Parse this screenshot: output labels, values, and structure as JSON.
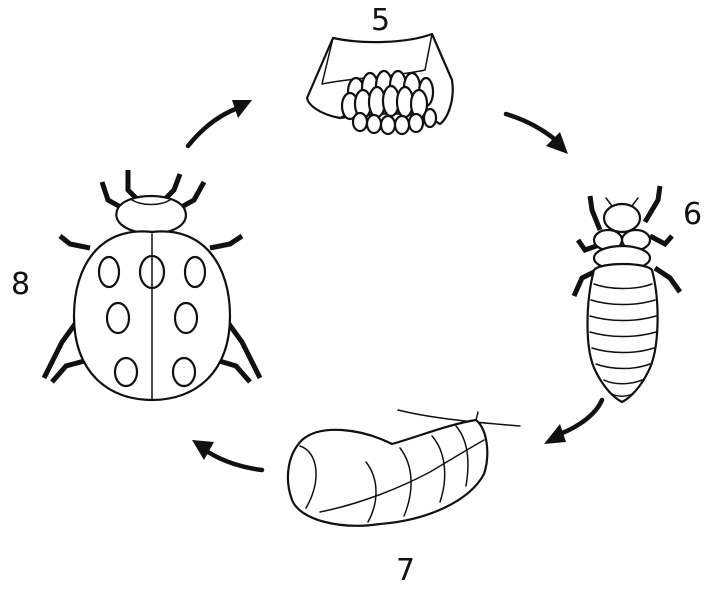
{
  "stages": [
    {
      "number": "5",
      "subject": "eggs"
    },
    {
      "number": "6",
      "subject": "larva"
    },
    {
      "number": "7",
      "subject": "pupa"
    },
    {
      "number": "8",
      "subject": "adult"
    }
  ],
  "colors": {
    "ink": "#111111",
    "background": "#ffffff"
  }
}
